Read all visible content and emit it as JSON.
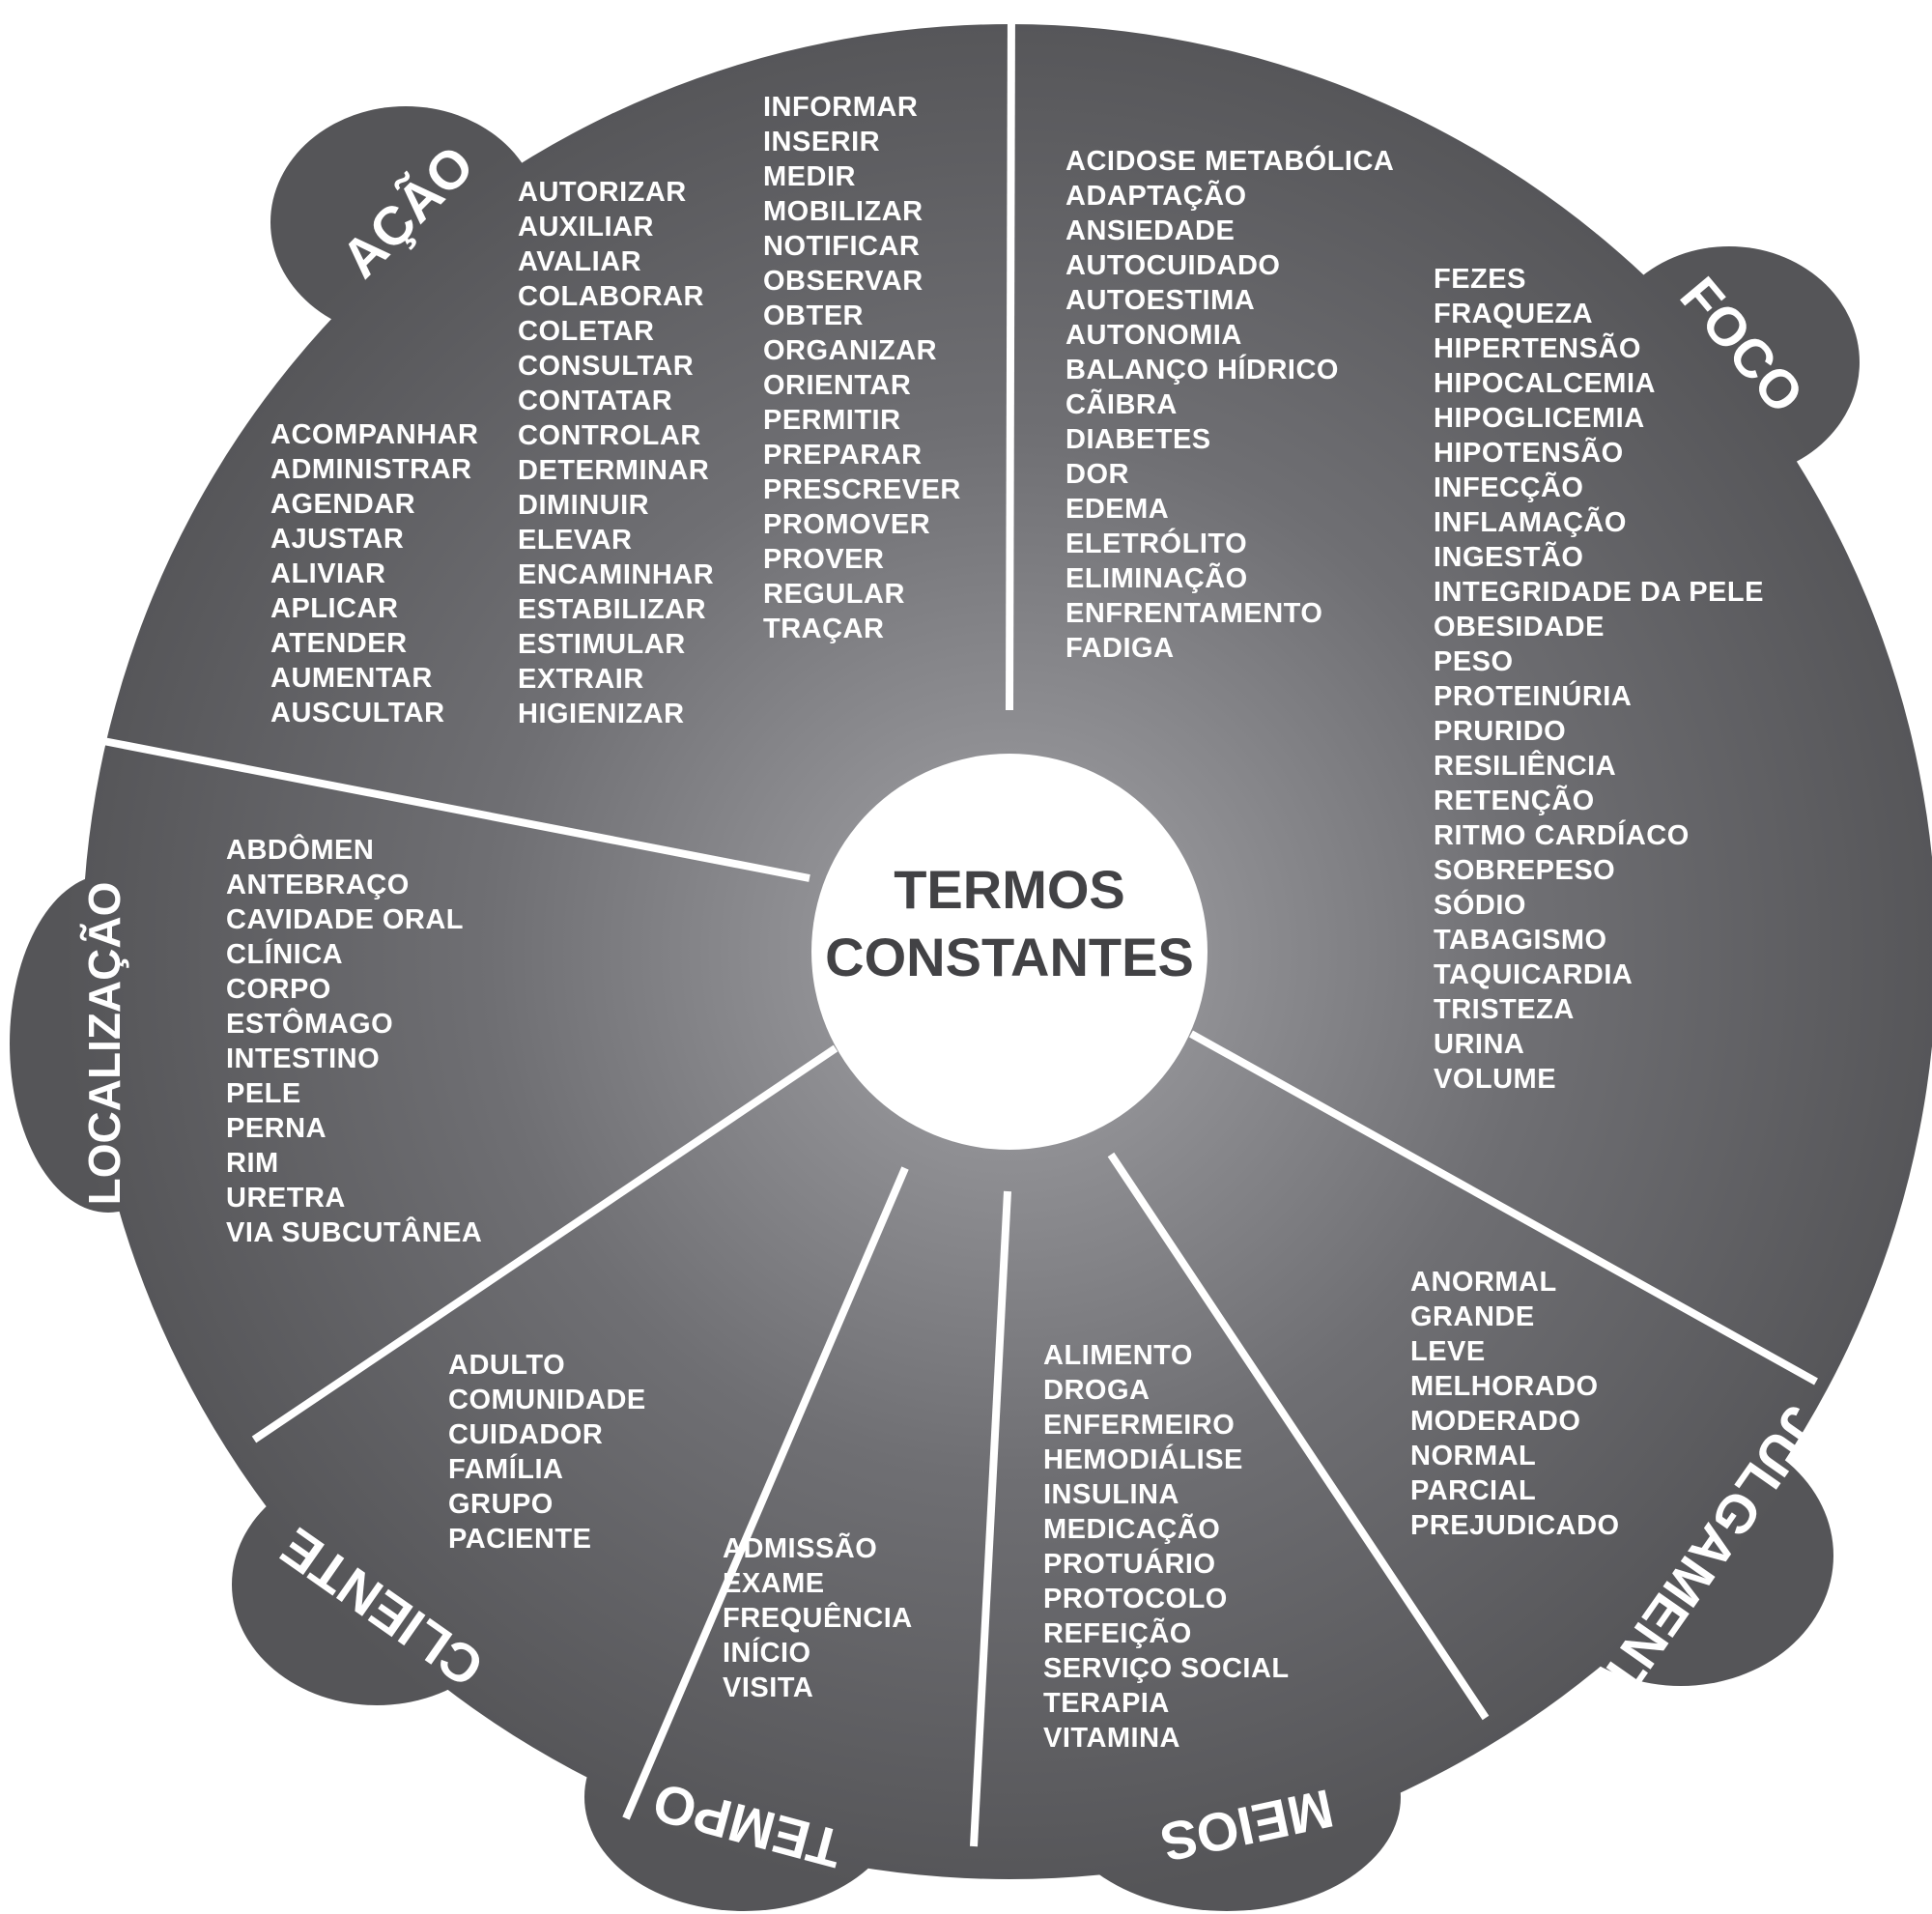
{
  "center": {
    "line1": "TERMOS",
    "line2": "CONSTANTES"
  },
  "colors": {
    "disc_dark": "#565659",
    "disc_light": "#a4a4a8",
    "divider": "#ffffff",
    "text": "#ffffff",
    "center_fill": "#ffffff",
    "center_text": "#424245"
  },
  "axes": {
    "acao": {
      "title": "AÇÃO",
      "columns": [
        [
          "ACOMPANHAR",
          "ADMINISTRAR",
          "AGENDAR",
          "AJUSTAR",
          "ALIVIAR",
          "APLICAR",
          "ATENDER",
          "AUMENTAR",
          "AUSCULTAR"
        ],
        [
          "AUTORIZAR",
          "AUXILIAR",
          "AVALIAR",
          "COLABORAR",
          "COLETAR",
          "CONSULTAR",
          "CONTATAR",
          "CONTROLAR",
          "DETERMINAR",
          "DIMINUIR",
          "ELEVAR",
          "ENCAMINHAR",
          "ESTABILIZAR",
          "ESTIMULAR",
          "EXTRAIR",
          "HIGIENIZAR"
        ],
        [
          "INFORMAR",
          "INSERIR",
          "MEDIR",
          "MOBILIZAR",
          "NOTIFICAR",
          "OBSERVAR",
          "OBTER",
          "ORGANIZAR",
          "ORIENTAR",
          "PERMITIR",
          "PREPARAR",
          "PRESCREVER",
          "PROMOVER",
          "PROVER",
          "REGULAR",
          "TRAÇAR"
        ]
      ]
    },
    "foco": {
      "title": "FOCO",
      "columns": [
        [
          "ACIDOSE METABÓLICA",
          "ADAPTAÇÃO",
          "ANSIEDADE",
          "AUTOCUIDADO",
          "AUTOESTIMA",
          "AUTONOMIA",
          "BALANÇO HÍDRICO",
          "CÃIBRA",
          "DIABETES",
          "DOR",
          "EDEMA",
          "ELETRÓLITO",
          "ELIMINAÇÃO",
          "ENFRENTAMENTO",
          "FADIGA"
        ],
        [
          "FEZES",
          "FRAQUEZA",
          "HIPERTENSÃO",
          "HIPOCALCEMIA",
          "HIPOGLICEMIA",
          "HIPOTENSÃO",
          "INFECÇÃO",
          "INFLAMAÇÃO",
          "INGESTÃO",
          "INTEGRIDADE DA PELE",
          "OBESIDADE",
          "PESO",
          "PROTEINÚRIA",
          "PRURIDO",
          "RESILIÊNCIA",
          "RETENÇÃO",
          "RITMO CARDÍACO",
          "SOBREPESO",
          "SÓDIO",
          "TABAGISMO",
          "TAQUICARDIA",
          "TRISTEZA",
          "URINA",
          "VOLUME"
        ]
      ]
    },
    "julgamento": {
      "title": "JULGAMENTO",
      "columns": [
        [
          "ANORMAL",
          "GRANDE",
          "LEVE",
          "MELHORADO",
          "MODERADO",
          "NORMAL",
          "PARCIAL",
          "PREJUDICADO"
        ]
      ]
    },
    "meios": {
      "title": "MEIOS",
      "columns": [
        [
          "ALIMENTO",
          "DROGA",
          "ENFERMEIRO",
          "HEMODIÁLISE",
          "INSULINA",
          "MEDICAÇÃO",
          "PROTUÁRIO",
          "PROTOCOLO",
          "REFEIÇÃO",
          "SERVIÇO SOCIAL",
          "TERAPIA",
          "VITAMINA"
        ]
      ]
    },
    "tempo": {
      "title": "TEMPO",
      "columns": [
        [
          "ADMISSÃO",
          "EXAME",
          "FREQUÊNCIA",
          "INÍCIO",
          "VISITA"
        ]
      ]
    },
    "cliente": {
      "title": "CLIENTE",
      "columns": [
        [
          "ADULTO",
          "COMUNIDADE",
          "CUIDADOR",
          "FAMÍLIA",
          "GRUPO",
          "PACIENTE"
        ]
      ]
    },
    "localizacao": {
      "title": "LOCALIZAÇÃO",
      "columns": [
        [
          "ABDÔMEN",
          "ANTEBRAÇO",
          "CAVIDADE ORAL",
          "CLÍNICA",
          "CORPO",
          "ESTÔMAGO",
          "INTESTINO",
          "PELE",
          "PERNA",
          "RIM",
          "URETRA",
          "VIA SUBCUTÂNEA"
        ]
      ]
    }
  }
}
